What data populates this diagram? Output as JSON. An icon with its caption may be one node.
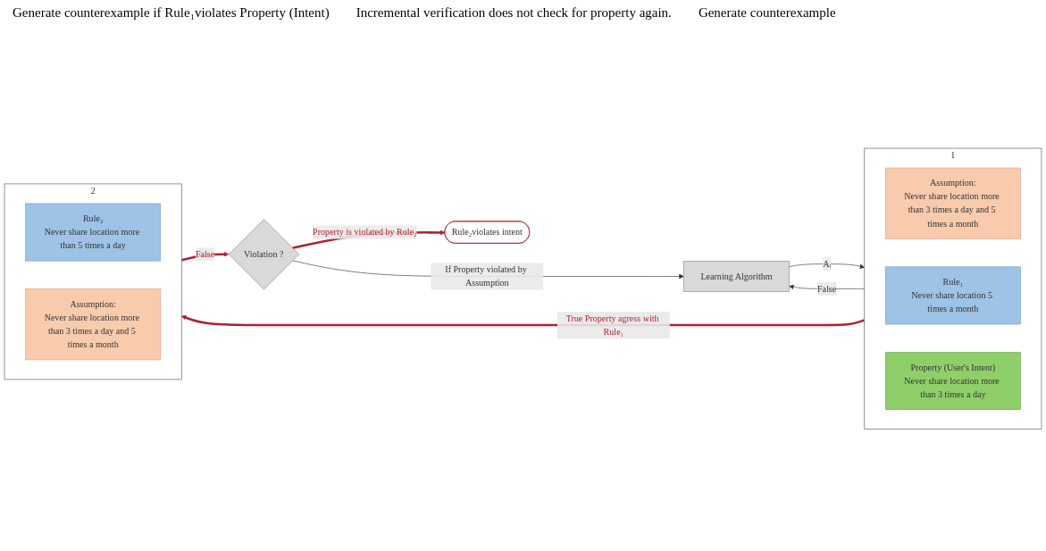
{
  "diagram": {
    "nodes": [
      {
        "text": [
          "Learning Algorithm"
        ]
      },
      {
        "text": [
          "1"
        ]
      },
      {
        "text": [
          "Assumption:",
          "Never share location more than 3 times a day and 5 times a month"
        ],
        "in": 1
      },
      {
        "text": [
          "Rule₁",
          "Never share location 5 times a month"
        ],
        "in": 1
      },
      {
        "text": [
          "Property (User's Intent)",
          "Never share location more than 3 times a day"
        ],
        "in": 1
      },
      {
        "text": [
          "2"
        ]
      },
      {
        "text": [
          "Rule₂",
          "Never share location more than 5 times a day"
        ],
        "in": 5
      },
      {
        "text": [
          "Assumption:",
          "Never share location more than 3 times a day and 5 times a month"
        ],
        "in": 5
      },
      {
        "text": [
          "Violation ?"
        ]
      },
      {
        "text": [
          "Rule₂violates intent"
        ]
      }
    ],
    "edges": [
      {
        "from": 0,
        "to": 1,
        "arrow": "to",
        "label": "Aᵢ"
      },
      {
        "from": 1,
        "to": 0,
        "arrow": "to",
        "label": "False"
      },
      {
        "from": 1,
        "to": 5,
        "arrow": "to",
        "label": "True Property agress with Rule₁",
        "style": "thick",
        "color": "#b22030"
      },
      {
        "from": 5,
        "to": 8,
        "arrow": "to",
        "label": "False",
        "style": "thick",
        "color": "#b22030"
      },
      {
        "from": 8,
        "to": 9,
        "arrow": "to",
        "label": "Property is violated by Rule₂",
        "style": "thick",
        "color": "#b22030"
      },
      {
        "from": 8,
        "to": 0,
        "arrow": "to",
        "label": "If Property violated by Assumption"
      }
    ],
    "labels": [
      "Generate counterexample if Rule₁violates Property (Intent)",
      "Incremental verification does not check for property again.",
      "Generate counterexample"
    ]
  }
}
